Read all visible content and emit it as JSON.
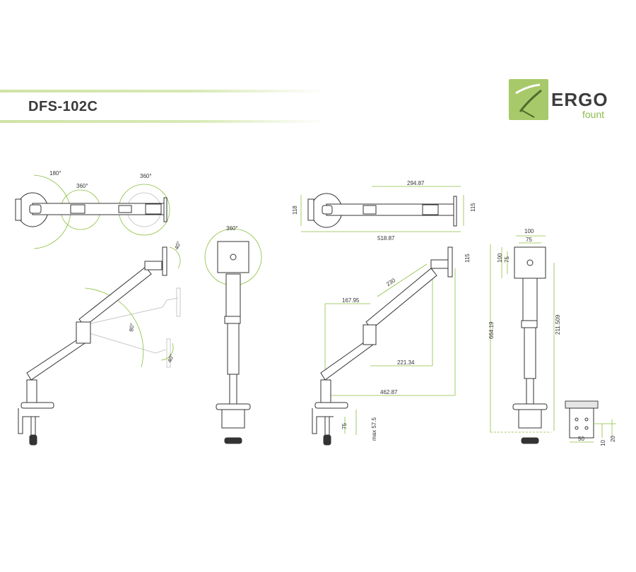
{
  "header": {
    "model": "DFS-102C",
    "accent_color": "#8dbf3f",
    "band_color": "#cfe3a6"
  },
  "logo": {
    "brand": "ERGO",
    "sub": "fount",
    "box_color": "#a7c96a"
  },
  "diagram": {
    "top_view_left": {
      "angle_base": "180°",
      "angle_mid": "360°",
      "angle_tip": "360°"
    },
    "side_view_left": {
      "tilt_top": "40°",
      "lift": "80°",
      "tilt_bottom": "40°"
    },
    "front_view_left": {
      "rotation": "360°"
    },
    "top_view_right": {
      "depth": "118",
      "reach_upper": "294.87",
      "reach_total": "518.87",
      "plate_height": "115"
    },
    "side_view_right": {
      "arm_length": "230",
      "offset_upper": "167.95",
      "offset_lower": "221.34",
      "max_reach": "462.87",
      "plate_height": "115",
      "clamp_height": "75",
      "desk_thickness": "max 57.5"
    },
    "front_view_right": {
      "vesa_outer": "100",
      "vesa_inner": "75",
      "vesa_v_outer": "100",
      "vesa_v_inner": "75",
      "total_height": "664.19",
      "height_range": "211.509"
    },
    "clamp_detail": {
      "width": "50",
      "d1": "10",
      "d2": "20"
    }
  }
}
